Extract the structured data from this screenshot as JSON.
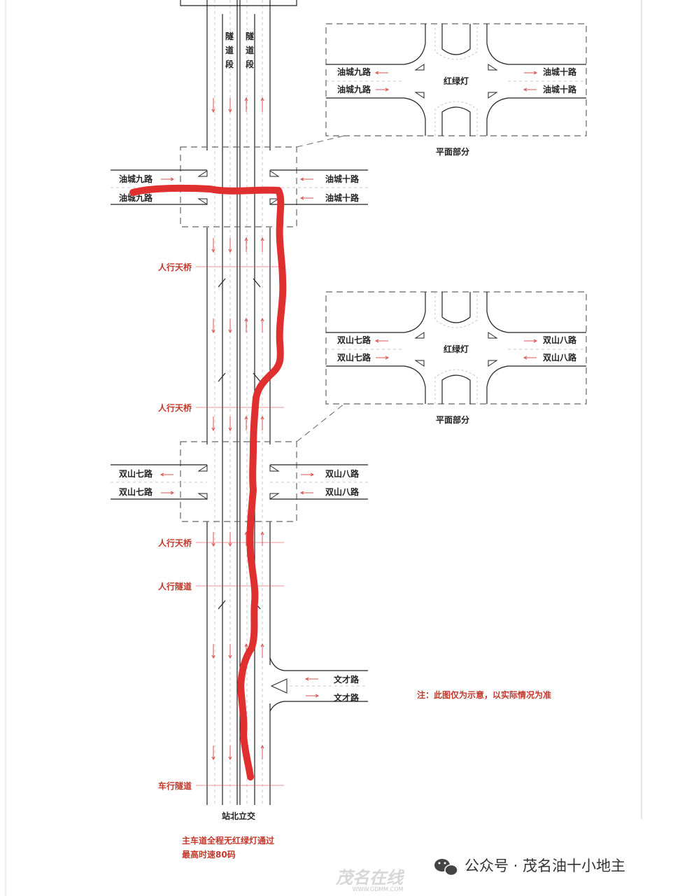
{
  "colors": {
    "road_line": "#222222",
    "annotation_red": "#c0392b",
    "route_red": "#e02f2f",
    "box_dash": "#666666"
  },
  "main_road": {
    "tunnel_label_left": "隧道段",
    "tunnel_label_right": "隧道段",
    "station": "站北立交"
  },
  "intersections": {
    "north": {
      "left_top": "油城九路",
      "left_bottom": "油城九路",
      "right_top": "油城十路",
      "right_bottom": "油城十路"
    },
    "middle": {
      "left_top": "双山七路",
      "left_bottom": "双山七路",
      "right_top": "双山八路",
      "right_bottom": "双山八路"
    },
    "south": {
      "right_top": "文才路",
      "right_bottom": "文才路"
    }
  },
  "detail_boxes": [
    {
      "left_top": "油城九路",
      "left_bottom": "油城九路",
      "right_top": "油城十路",
      "right_bottom": "油城十路",
      "center": "红绿灯",
      "caption": "平面部分"
    },
    {
      "left_top": "双山七路",
      "left_bottom": "双山七路",
      "right_top": "双山八路",
      "right_bottom": "双山八路",
      "center": "红绿灯",
      "caption": "平面部分"
    }
  ],
  "crossings": [
    "人行天桥",
    "人行天桥",
    "人行天桥",
    "人行隧道",
    "车行隧道"
  ],
  "note": "注：此图仅为示意，以实际情况为准",
  "footer": {
    "line1": "主车道全程无红绿灯通过",
    "line2": "最高时速80码"
  },
  "watermark": {
    "channel": "公众号 · 茂名油十小地主",
    "site_logo": "茂名在线",
    "site_url": "WWW.GDMM.COM"
  }
}
